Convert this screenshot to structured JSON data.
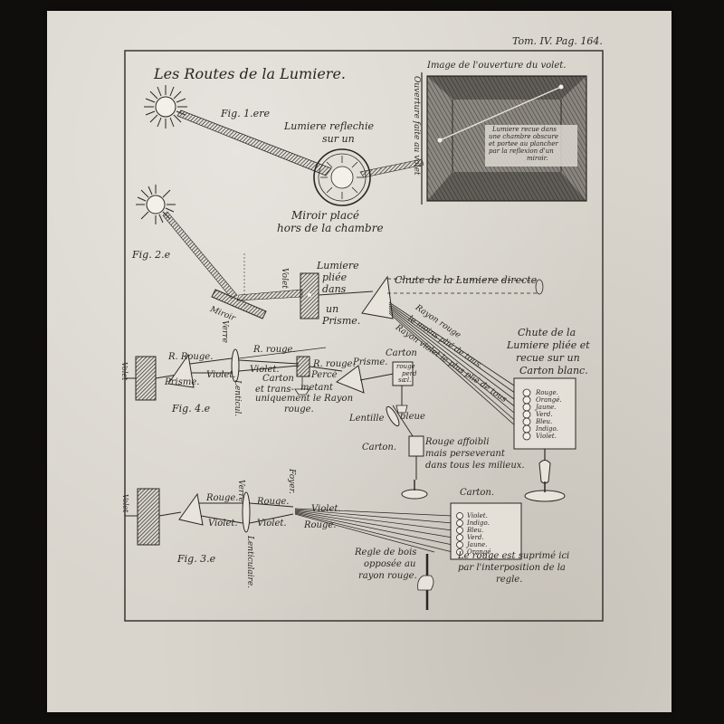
{
  "page_ref": "Tom. IV. Pag. 164.",
  "title": "Les Routes de la Lumiere.",
  "fig1": {
    "label": "Fig. 1.ere",
    "reflected_light": [
      "Lumiere reflechie",
      "sur un"
    ],
    "mirror_caption": [
      "Miroir placé",
      "hors de la chambre"
    ],
    "shutter_side": "Ouverture faite au volet",
    "image_title": "Image de l'ouverture du volet.",
    "inset_caption": [
      "Lumiere recue dans",
      "une chambre obscure",
      "et portee au plancher",
      "par la reflexion d'un",
      "miroir."
    ]
  },
  "fig2": {
    "label": "Fig. 2.e",
    "volet": "Volet",
    "folded_light": [
      "Lumiere",
      "pliée",
      "dans",
      "un",
      "Prisme."
    ],
    "direct_fall": "Chute de la Lumiere directe",
    "miroir": "Miroir",
    "red_ray": [
      "Rayon rouge",
      "le moins plié de tous."
    ],
    "violet_ray": "Rayon violet le plus plié de tous",
    "white_card_fall": [
      "Chute de la",
      "Lumiere pliée et",
      "recue sur un",
      "Carton blanc."
    ],
    "spectrum": [
      "Rouge.",
      "Orangé.",
      "Jaune.",
      "Verd.",
      "Bleu.",
      "Indigo.",
      "Violet."
    ]
  },
  "fig4": {
    "label": "Fig. 4.e",
    "volet": "Volet",
    "prisme_left": "Prisme.",
    "rouge_r": "R. Rouge.",
    "violet": "Violet.",
    "verre": "Verre",
    "lenticul": "Lenticul.",
    "r_rouge_top": "R. rouge.",
    "violet_mid": "Violet.",
    "r_rouge_mid": "R. rouge.",
    "prisme_mid": "Prisme.",
    "carton_pierce": [
      "Carton",
      "Percé",
      "et trans-",
      "metant",
      "uniquement le Rayon",
      "rouge."
    ],
    "carton_top": "Carton",
    "carton_top_small": [
      "rouge",
      "perd",
      "sa",
      "cl."
    ],
    "lentille": "Lentille",
    "bleue": "bleue",
    "carton_bottom": "Carton.",
    "weakened_red": [
      "Rouge affoibli",
      "mais perseverant",
      "dans tous les milieux."
    ]
  },
  "fig3": {
    "label": "Fig. 3.e",
    "volet": "Volet",
    "rouge1": "Rouge.",
    "violet1": "Violet.",
    "rouge2": "Rouge.",
    "violet2": "Violet.",
    "verre": "Verre",
    "lenticulaire": "Lenticulaire.",
    "foyer": "Foyer.",
    "violet3": "Violet.",
    "rouge3": "Rouge.",
    "carton": "Carton.",
    "spectrum": [
      "Violet.",
      "Indigo.",
      "Bleu.",
      "Verd.",
      "Jaune.",
      "Orangé."
    ],
    "rule": [
      "Regle de bois",
      "opposée au",
      "rayon rouge."
    ],
    "red_suppressed": [
      "Le rouge est suprimé ici",
      "par l'interposition de la",
      "regle."
    ]
  },
  "colors": {
    "paper": "#d9d5cd",
    "ink": "#2a2622",
    "background": "#0f0e0d"
  }
}
